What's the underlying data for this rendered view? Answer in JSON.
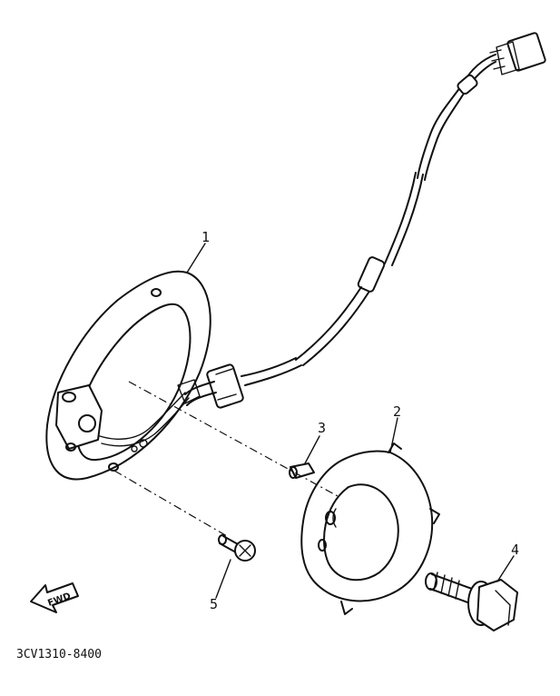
{
  "callouts": {
    "part1": "1",
    "part2": "2",
    "part3": "3",
    "part4": "4",
    "part5": "5"
  },
  "fwd_label": "FWD",
  "diagram_code": "3CV1310-8400"
}
